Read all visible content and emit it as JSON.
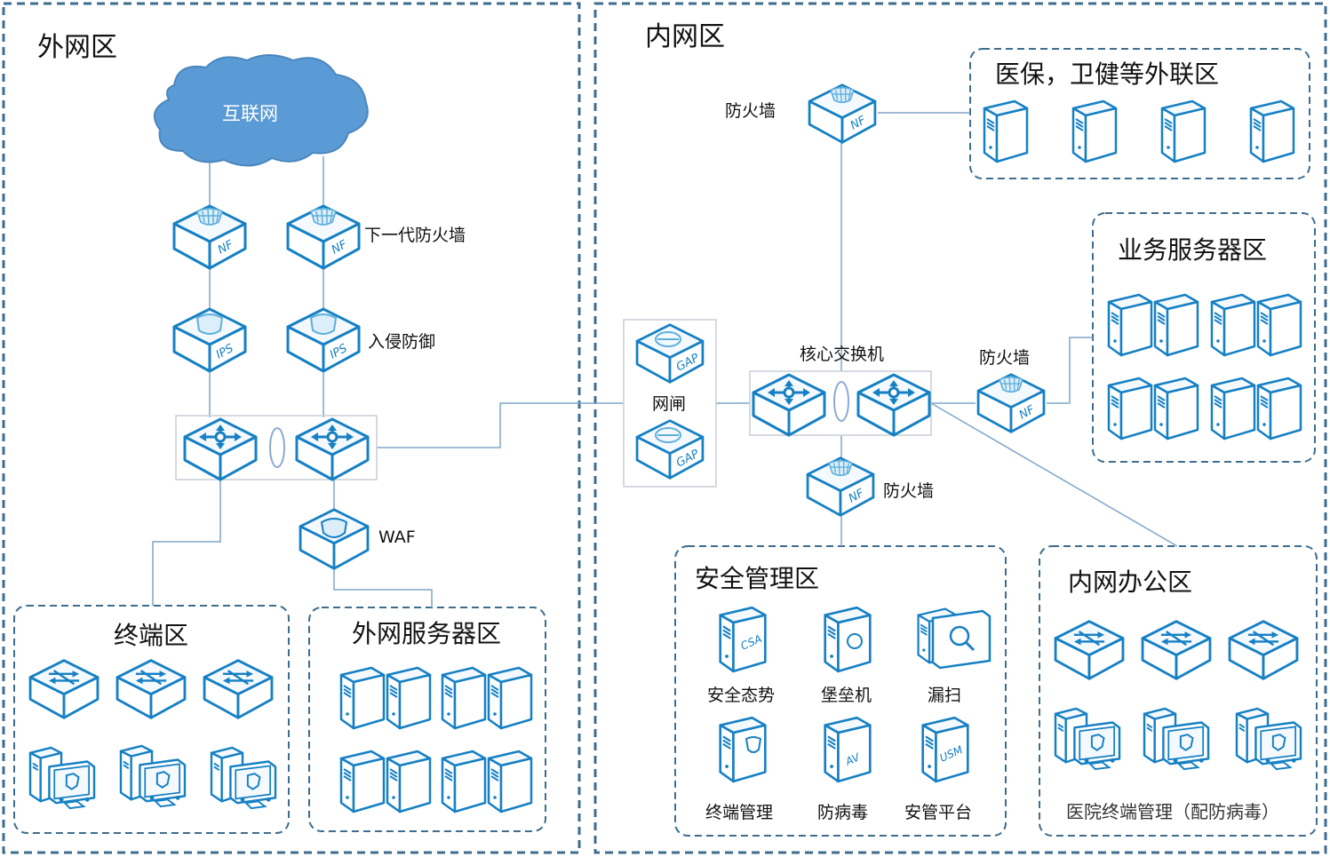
{
  "zones": {
    "outer": "外网区",
    "inner": "内网区"
  },
  "subzones": {
    "terminal": "终端区",
    "outer_server": "外网服务器区",
    "medical": "医保，卫健等外联区",
    "business": "业务服务器区",
    "security": "安全管理区",
    "office": "内网办公区"
  },
  "labels": {
    "internet": "互联网",
    "ngfw": "下一代防火墙",
    "ips_label": "入侵防御",
    "waf": "WAF",
    "gateway": "网闸",
    "core_switch": "核心交换机",
    "firewall_top": "防火墙",
    "firewall_right": "防火墙",
    "firewall_bottom": "防火墙",
    "situation": "安全态势",
    "bastion": "堡垒机",
    "scan": "漏扫",
    "endpoint_mgmt": "终端管理",
    "antivirus": "防病毒",
    "security_platform": "安管平台",
    "hospital_terminal": "医院终端管理（配防病毒）"
  },
  "device_badges": {
    "nf": "NF",
    "ips": "IPS",
    "gap": "GAP",
    "csa": "CSA",
    "av": "AV",
    "usm": "USM"
  },
  "colors": {
    "device_stroke": "#1680c4",
    "device_fill_top": "#f4f9fd",
    "cloud": "#5b9bd5",
    "zone_border": "#3e6d8f",
    "line": "#7fa6c9"
  }
}
